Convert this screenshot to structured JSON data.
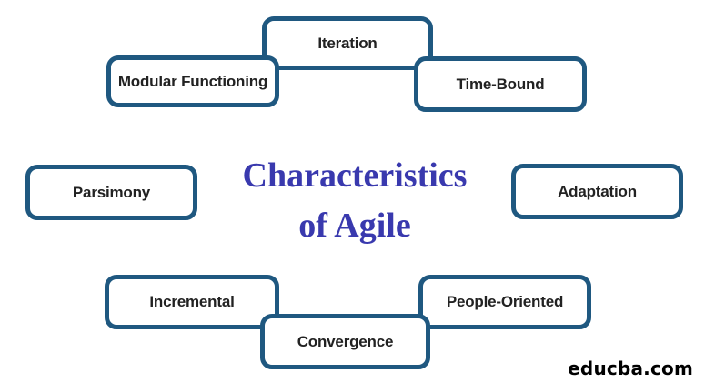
{
  "diagram": {
    "title": {
      "line1": "Characteristics",
      "line2": "of Agile"
    },
    "boxes": [
      {
        "id": "iteration",
        "label": "Iteration"
      },
      {
        "id": "modular-functioning",
        "label": "Modular Functioning"
      },
      {
        "id": "time-bound",
        "label": "Time-Bound"
      },
      {
        "id": "parsimony",
        "label": "Parsimony"
      },
      {
        "id": "adaptation",
        "label": "Adaptation"
      },
      {
        "id": "incremental",
        "label": "Incremental"
      },
      {
        "id": "people-oriented",
        "label": "People-Oriented"
      },
      {
        "id": "convergence",
        "label": "Convergence"
      }
    ],
    "watermark": "educba.com",
    "colors": {
      "box_border": "#1f5880",
      "box_fill": "#ffffff",
      "box_label_text": "#222222",
      "title_text": "#3939ae",
      "watermark_text": "#000000",
      "background": "#ffffff"
    }
  }
}
